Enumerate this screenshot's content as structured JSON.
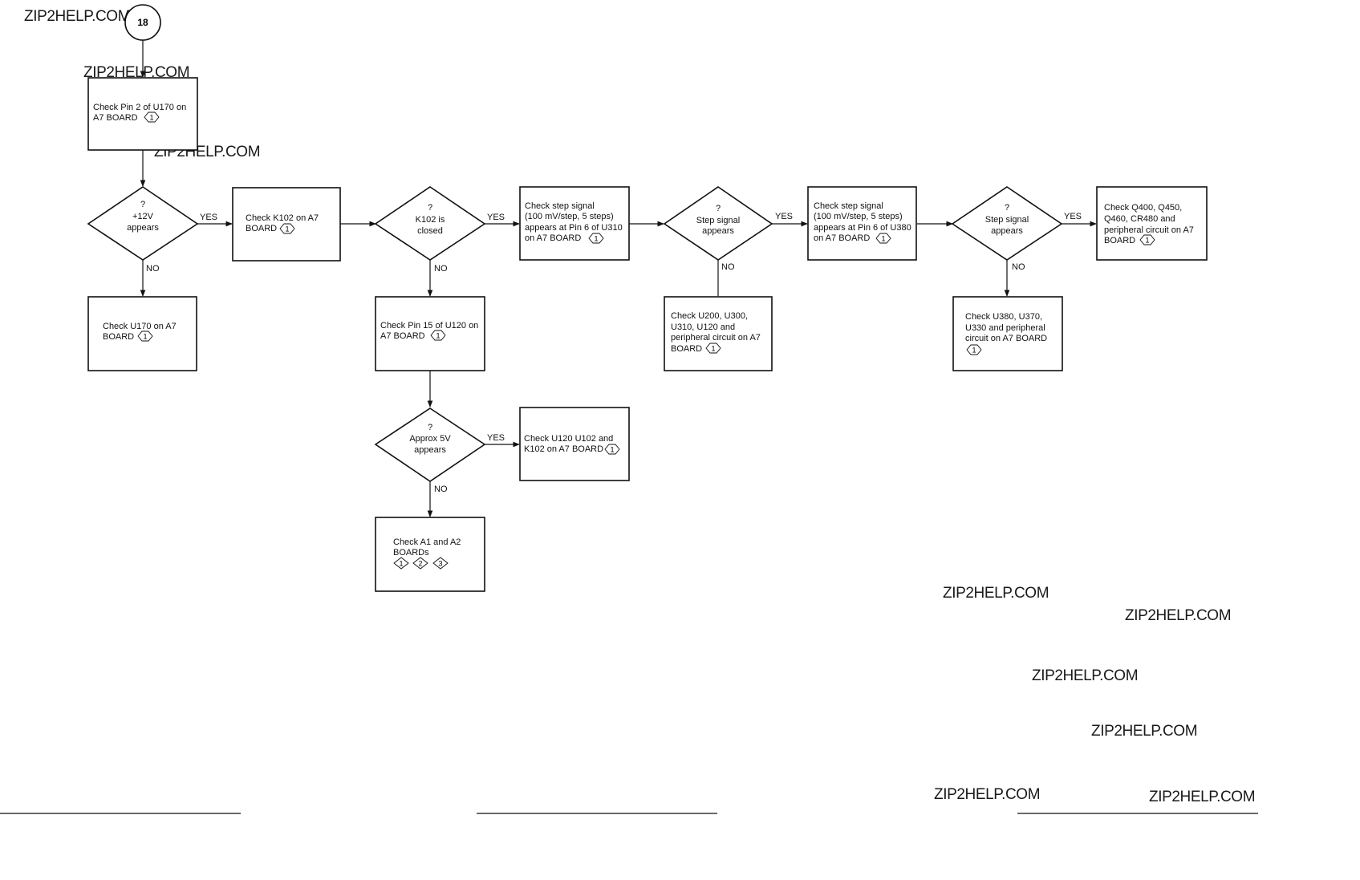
{
  "watermark": "ZIP2HELP.COM",
  "start_node": "18",
  "labels": {
    "yes": "YES",
    "no": "NO"
  },
  "ref_markers": {
    "a7": "1",
    "a1": "1",
    "a2": "2",
    "a3": "3"
  },
  "boxes": {
    "b1": [
      "Check Pin 2 of U170 on",
      "A7 BOARD"
    ],
    "b2": [
      "Check U170 on A7",
      "BOARD"
    ],
    "b3": [
      "Check K102 on A7",
      "BOARD"
    ],
    "b4": [
      "Check Pin 15 of U120 on",
      "A7 BOARD"
    ],
    "b5": [
      "Check U120  U102 and",
      "K102 on A7 BOARD"
    ],
    "b6": [
      "Check A1 and A2",
      "BOARDs"
    ],
    "b7": [
      "Check step signal",
      "(100 mV/step, 5 steps)",
      "appears at Pin 6 of U310",
      "on A7 BOARD"
    ],
    "b8": [
      "Check U200, U300,",
      "U310, U120 and",
      "peripheral circuit on A7",
      "BOARD"
    ],
    "b9": [
      "Check step signal",
      "(100 mV/step, 5 steps)",
      "appears at Pin 6 of U380",
      "on A7 BOARD"
    ],
    "b10": [
      "Check U380, U370,",
      "U330 and peripheral",
      "circuit on A7 BOARD"
    ],
    "b11": [
      "Check Q400, Q450,",
      "Q460, CR480 and",
      "peripheral circuit on A7",
      "BOARD"
    ]
  },
  "decisions": {
    "d1": [
      "?",
      "+12V",
      "appears"
    ],
    "d2": [
      "?",
      "K102 is",
      "closed"
    ],
    "d3": [
      "?",
      "Approx 5V",
      "appears"
    ],
    "d4": [
      "?",
      "Step signal",
      "appears"
    ],
    "d5": [
      "?",
      "Step signal",
      "appears"
    ]
  }
}
